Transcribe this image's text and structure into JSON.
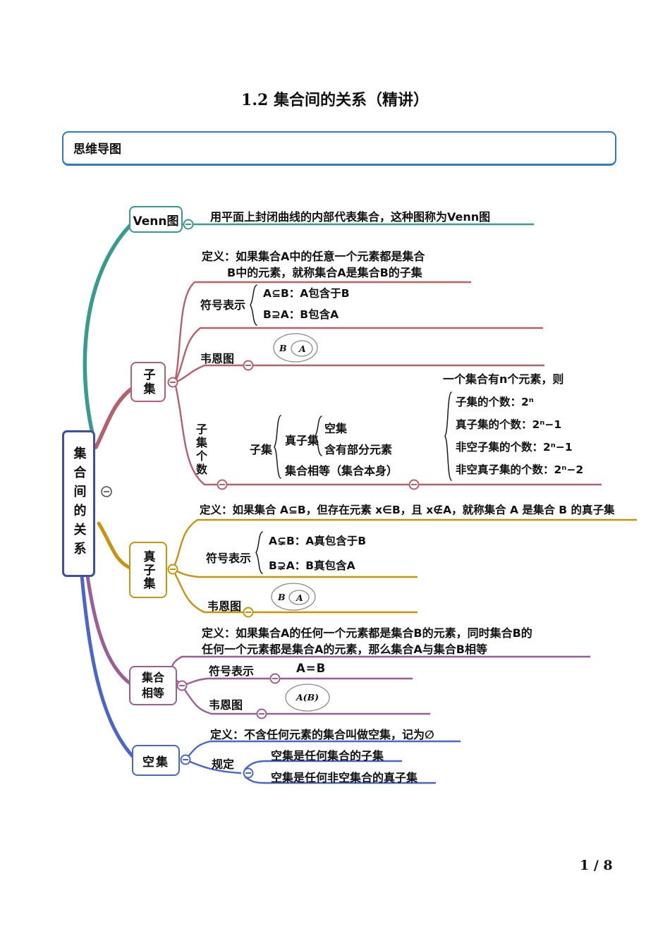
{
  "page": {
    "title": "1.2 集合间的关系（精讲）",
    "section_label": "思维导图",
    "page_number": "1 / 8"
  },
  "colors": {
    "section_border": "#2e7bbf",
    "root_border": "#3d4da8",
    "venn_branch": "#399b8c",
    "subset_branch": "#b4606d",
    "proper_subset_branch": "#c9940c",
    "equal_branch": "#9b5f95",
    "empty_branch": "#4a66c8"
  },
  "map": {
    "root": "集合间的关系",
    "venn": {
      "label": "Venn图",
      "desc": "用平面上封闭曲线的内部代表集合，这种图称为Venn图"
    },
    "subset": {
      "label": "子集",
      "def1": "定义：如果集合A中的任意一个元素都是集合",
      "def2": "B中的元素，就称集合A是集合B的子集",
      "symbol_label": "符号表示",
      "sym1": "A⊆B：A包含于B",
      "sym2": "B⊇A：B包含A",
      "venn_label": "韦恩图",
      "outer": "B",
      "inner": "A",
      "count_label": "子集个数",
      "count_root": "子集",
      "count_proper": "真子集",
      "count_proper_1": "空集",
      "count_proper_2": "含有部分元素",
      "count_equal": "集合相等（集合本身）",
      "note": "一个集合有n个元素，则",
      "f1": "子集的个数：2ⁿ",
      "f2": "真子集的个数：2ⁿ−1",
      "f3": "非空子集的个数：2ⁿ−1",
      "f4": "非空真子集的个数：2ⁿ−2"
    },
    "proper": {
      "label": "真子集",
      "def": "定义：如果集合 A⊆B，但存在元素 x∈B，且 x∉A，就称集合 A 是集合 B 的真子集",
      "symbol_label": "符号表示",
      "sym1": "A⊊B：A真包含于B",
      "sym2": "B⊋A：B真包含A",
      "venn_label": "韦恩图",
      "outer": "B",
      "inner": "A"
    },
    "equal": {
      "label": "集合相等",
      "def1": "定义：如果集合A的任何一个元素都是集合B的元素，同时集合B的",
      "def2": "任何一个元素都是集合A的元素，那么集合A与集合B相等",
      "symbol_label": "符号表示",
      "sym": "A=B",
      "venn_label": "韦恩图",
      "venn_text": "A(B)"
    },
    "empty": {
      "label": "空集",
      "def": "定义：不含任何元素的集合叫做空集，记为∅",
      "rule_label": "规定",
      "rule1": "空集是任何集合的子集",
      "rule2": "空集是任何非空集合的真子集"
    }
  }
}
